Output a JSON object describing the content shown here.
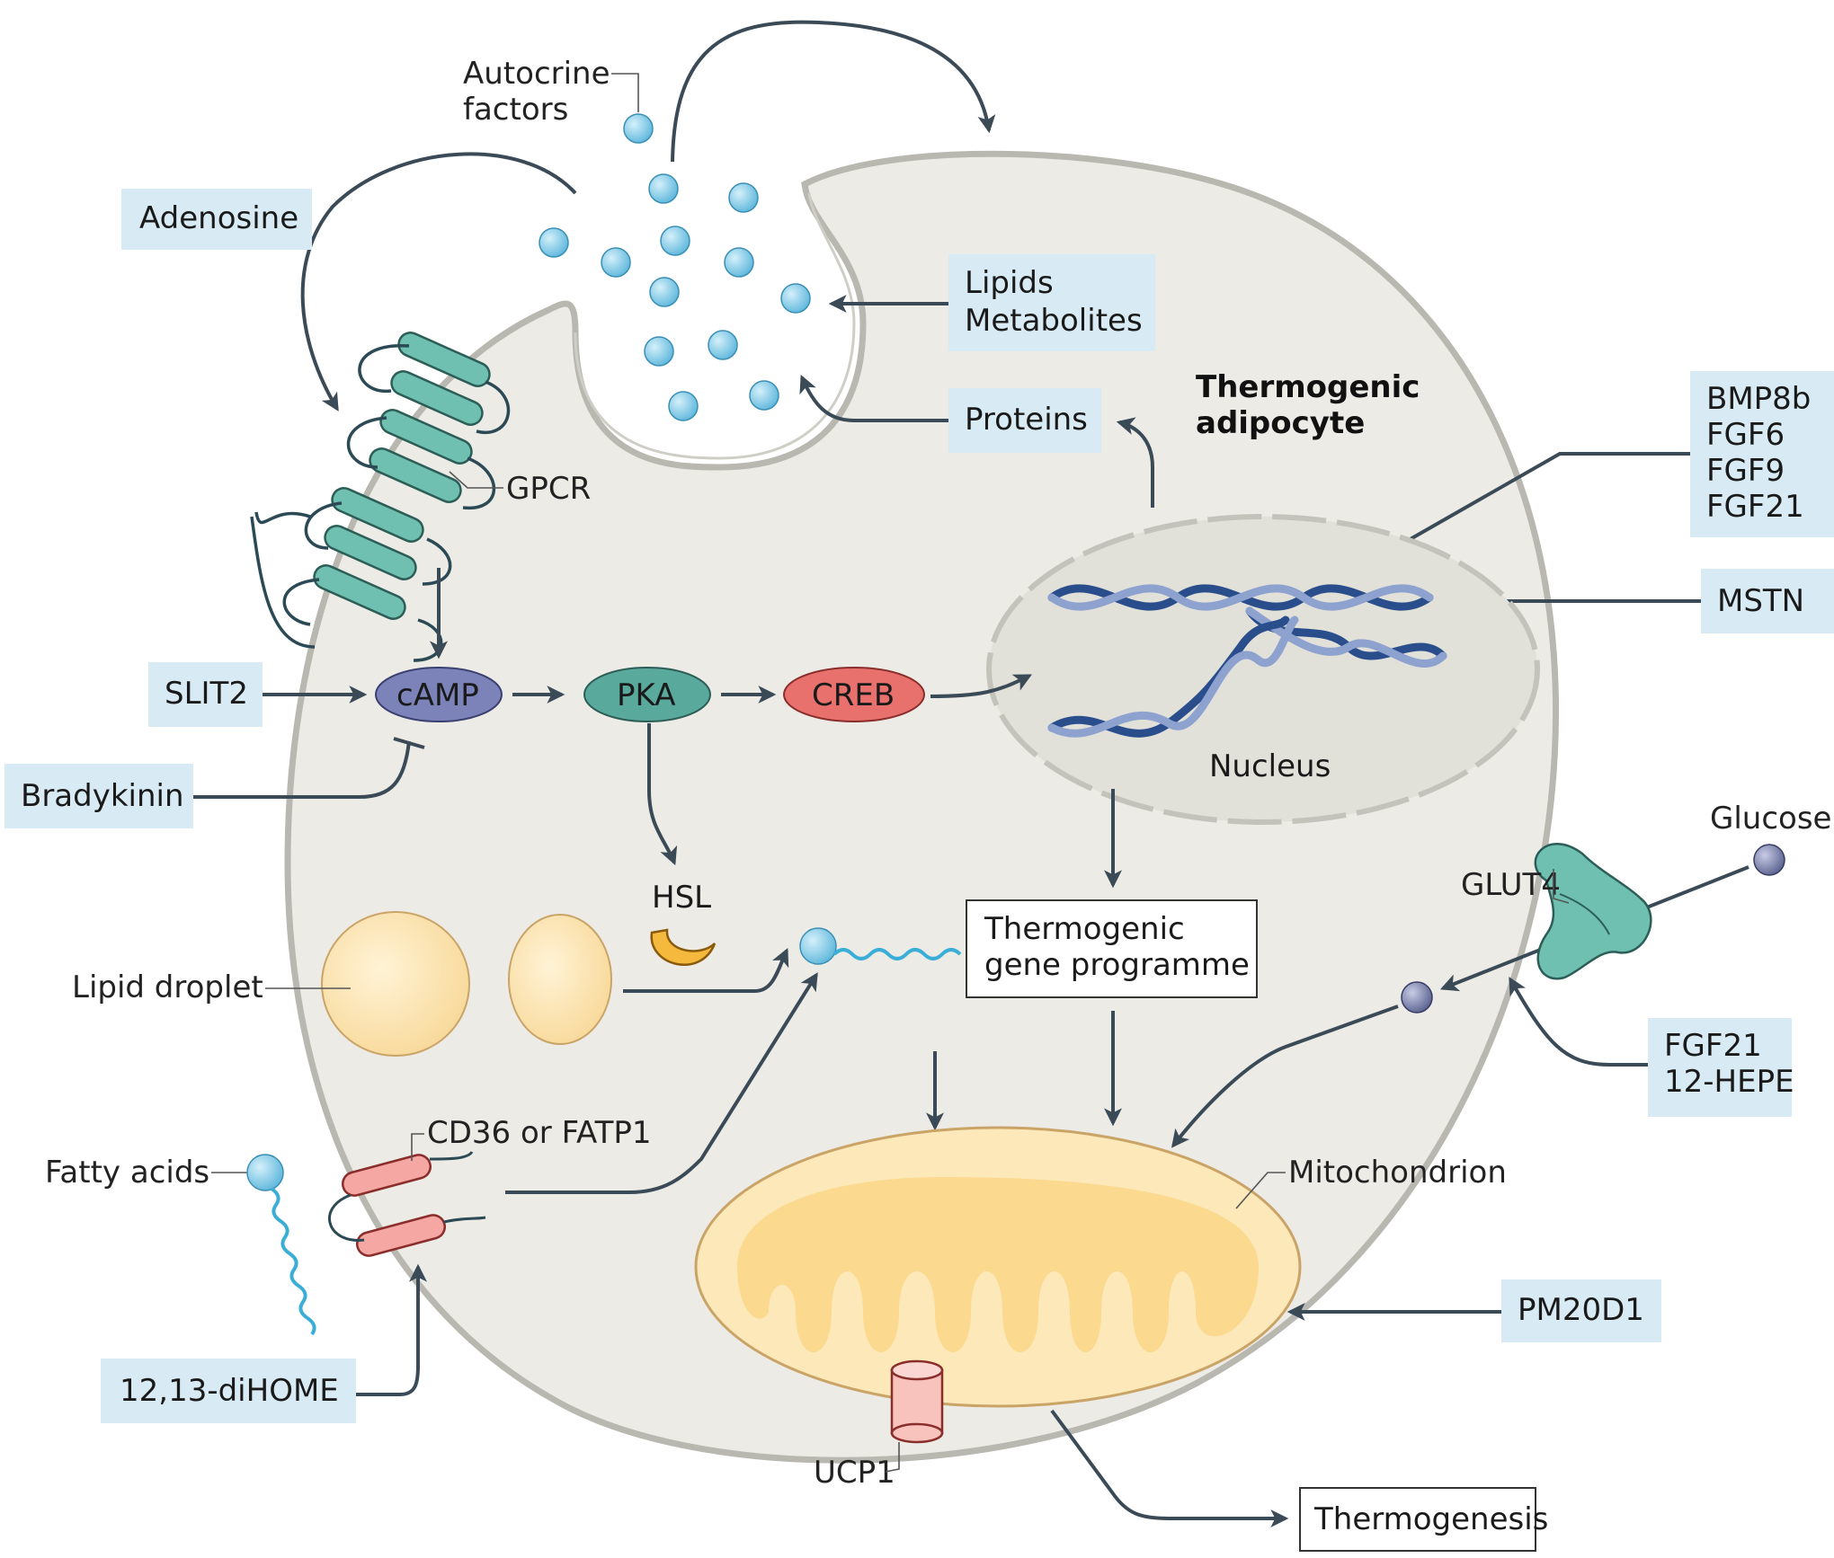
{
  "colors": {
    "cell_fill": "#ecebe6",
    "cell_edge": "#b9b8b0",
    "label_box": "#d8ebf4",
    "arrow": "#3b4a57",
    "camp": "#7b83b9",
    "pka": "#5aa99d",
    "creb": "#e8706d",
    "dna": "#2a4e8c",
    "lipid": "#fce0a6",
    "mito": "#fbd98f",
    "vesicle": "#8ed0ea"
  },
  "labels": {
    "autocrine_line1": "Autocrine",
    "autocrine_line2": "factors",
    "adenosine": "Adenosine",
    "lipids_line1": "Lipids",
    "lipids_line2": "Metabolites",
    "proteins": "Proteins",
    "cell_title_line1": "Thermogenic",
    "cell_title_line2": "adipocyte",
    "bmp8b": "BMP8b",
    "fgf6": "FGF6",
    "fgf9": "FGF9",
    "fgf21_top": "FGF21",
    "mstn": "MSTN",
    "gpcr": "GPCR",
    "slit2": "SLIT2",
    "camp": "cAMP",
    "pka": "PKA",
    "creb": "CREB",
    "bradykinin": "Bradykinin",
    "nucleus": "Nucleus",
    "hsl": "HSL",
    "glucose": "Glucose",
    "glut4": "GLUT4",
    "lipid_droplet": "Lipid droplet",
    "thermo_gene_line1": "Thermogenic",
    "thermo_gene_line2": "gene programme",
    "fgf21_lower": "FGF21",
    "hepe": "12-HEPE",
    "cd36": "CD36 or FATP1",
    "fatty_acids": "Fatty acids",
    "mitochondrion": "Mitochondrion",
    "pm20d1": "PM20D1",
    "dihome": "12,13-diHOME",
    "ucp1": "UCP1",
    "thermogenesis": "Thermogenesis"
  }
}
